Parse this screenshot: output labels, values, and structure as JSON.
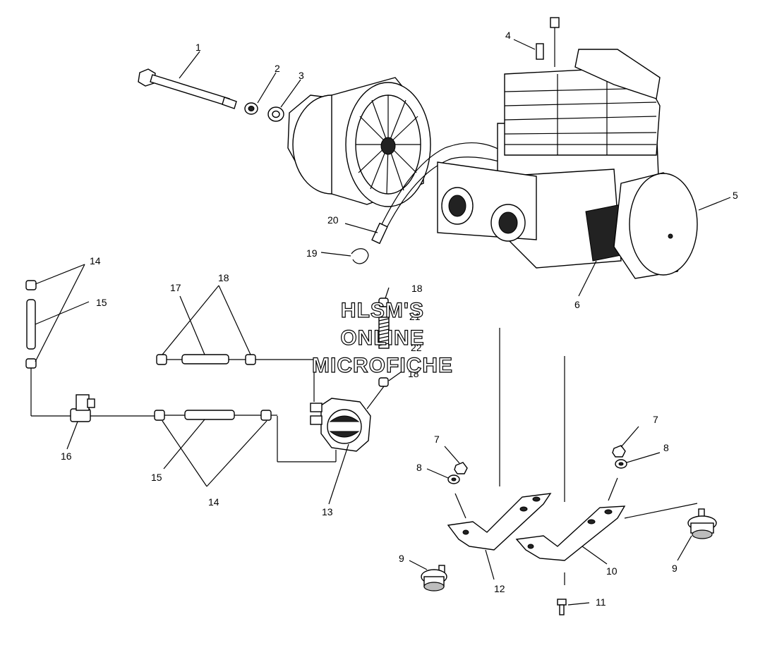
{
  "watermark": [
    "HLSM'S",
    "ONLINE",
    "MICROFICHE"
  ],
  "callouts": {
    "c1": "1",
    "c2": "2",
    "c3": "3",
    "c4": "4",
    "c5": "5",
    "c6": "6",
    "c7a": "7",
    "c7b": "7",
    "c8a": "8",
    "c8b": "8",
    "c9a": "9",
    "c9b": "9",
    "c10": "10",
    "c11": "11",
    "c12": "12",
    "c13": "13",
    "c14a": "14",
    "c14b": "14",
    "c15a": "15",
    "c15b": "15",
    "c16": "16",
    "c17": "17",
    "c18a": "18",
    "c18b": "18",
    "c18c": "18",
    "c19": "19",
    "c20": "20",
    "c21": "21",
    "c22": "22"
  }
}
